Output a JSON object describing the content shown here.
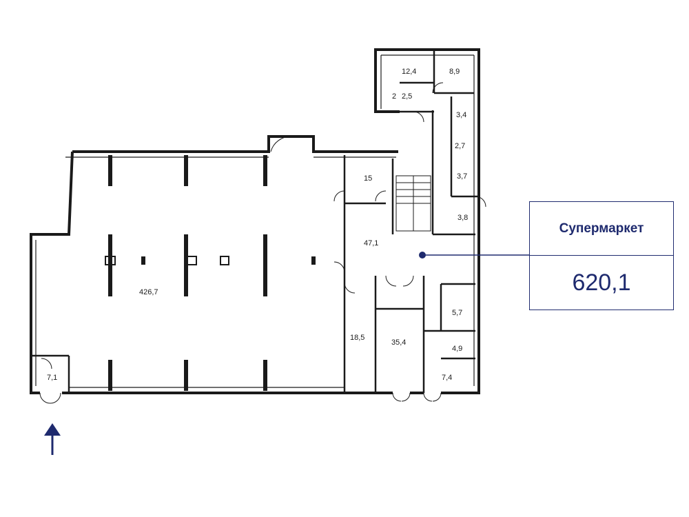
{
  "premise": {
    "name": "Супермаркет",
    "total_area": "620,1"
  },
  "rooms": [
    {
      "id": "main-hall",
      "area": "426,7"
    },
    {
      "id": "corridor",
      "area": "47,1"
    },
    {
      "id": "room-15",
      "area": "15"
    },
    {
      "id": "room-18-5",
      "area": "18,5"
    },
    {
      "id": "room-35-4",
      "area": "35,4"
    },
    {
      "id": "vestibule",
      "area": "7,1"
    },
    {
      "id": "room-12-4",
      "area": "12,4"
    },
    {
      "id": "room-8-9",
      "area": "8,9"
    },
    {
      "id": "wc-2",
      "area": "2"
    },
    {
      "id": "wc-2-5",
      "area": "2,5"
    },
    {
      "id": "room-3-4",
      "area": "3,4"
    },
    {
      "id": "room-2-7",
      "area": "2,7"
    },
    {
      "id": "room-3-7",
      "area": "3,7"
    },
    {
      "id": "room-3-8",
      "area": "3,8"
    },
    {
      "id": "room-5-7",
      "area": "5,7"
    },
    {
      "id": "room-4-9",
      "area": "4,9"
    },
    {
      "id": "room-7-4",
      "area": "7,4"
    }
  ],
  "colors": {
    "accent": "#1e2a6e",
    "walls": "#1a1a1a"
  },
  "icons": {
    "entrance": "arrow-up-icon",
    "marker": "dot-marker-icon"
  }
}
